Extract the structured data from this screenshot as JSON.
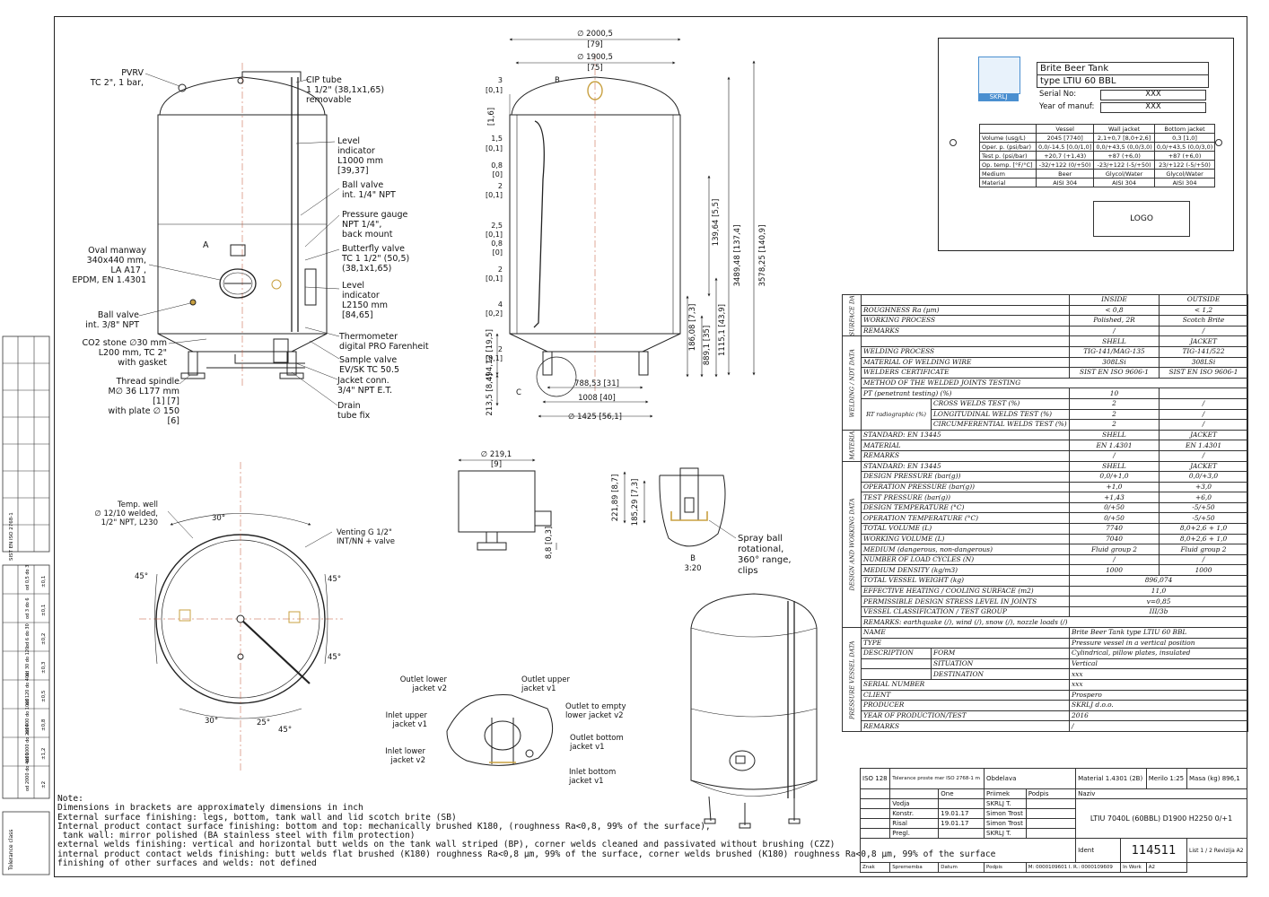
{
  "front_labels": {
    "pvrv": "PVRV\nTC 2\", 1 bar,",
    "cip": "CIP tube\n1 1/2\" (38,1x1,65)\nremovable",
    "level1": "Level\nindicator\nL1000    mm\n[39,37]",
    "ballvalve": "Ball valve\nint. 1/4\" NPT",
    "pgauge": "Pressure gauge\nNPT 1/4\",\nback mount",
    "butterfly": "Butterfly valve\nTC 1 1/2\" (50,5)\n(38,1x1,65)",
    "level2": "Level\nindicator\nL2150    mm\n[84,65]",
    "thermo": "Thermometer\ndigital PRO Farenheit",
    "sample": "Sample valve\nEV/SK TC 50.5",
    "jacket": "Jacket conn.\n3/4\" NPT E.T.",
    "drain": "Drain\ntube fix",
    "manway": "Oval manway\n340x440 mm,\nLA A17 ,\nEPDM, EN 1.4301",
    "ballvalve2": "Ball valve\nint. 3/8\" NPT",
    "co2": "CO2 stone ∅30 mm\nL200 mm, TC 2\"\nwith gasket",
    "spindle": "Thread spindle\nM∅ 36 L177 mm\n[1]        [7]\nwith plate ∅ 150\n[6]",
    "marker_a": "A"
  },
  "side_dims": {
    "d1": "∅ 2000,5",
    "d1i": "[79]",
    "d2": "∅ 1900,5",
    "d2i": "[75]",
    "h1": "3578,25  [140,9]",
    "h2": "3489,48  [137,4]",
    "h3": "139,64  [5,5]",
    "h4": "186,08  [7,3]",
    "h5": "889,1  [35]",
    "h6": "1115,1  [43,9]",
    "h7": "494,12  [19,5]",
    "h8": "213,5  [8,4]",
    "w1": "788,53   [31]",
    "w2": "1008  [40]",
    "w3": "∅ 1425  [56,1]",
    "left_ticks": [
      "3",
      "[0,1]",
      "1,5",
      "[0,1]",
      "0,8",
      "[0]",
      "2",
      "[0,1]",
      "2,5",
      "[0,1]",
      "0,8",
      "[0]",
      "2",
      "[0,1]",
      "4",
      "[0,2]",
      "2",
      "[0,1]"
    ],
    "top_tick": "[1,6]",
    "mark_b": "B",
    "mark_c": "C"
  },
  "detail": {
    "d219": "∅ 219,1",
    "d219i": "[9]",
    "h221": "221,89  [8,7]",
    "h185": "185,29  [7,3]",
    "h88": "8,8  [0,3]",
    "spray": "Spray ball\nrotational,\n360° range,\nclips",
    "b_scale": "B\n3:20"
  },
  "top_view": {
    "temp_well": "Temp. well\n∅ 12/10 welded,\n1/2\" NPT, L230",
    "venting": "Venting G 1/2\"\nINT/NN + valve",
    "a30": "30°",
    "a45a": "45°",
    "a45b": "45°",
    "a45c": "45°",
    "a30b": "30°",
    "a25": "25°",
    "a45d": "45°"
  },
  "bottom_labels": {
    "olj2": "Outlet lower\njacket v2",
    "ouj1": "Outlet upper\njacket v1",
    "iuj1": "Inlet upper\njacket v1",
    "oe": "Outlet to empty\nlower jacket v2",
    "ilj2": "Inlet lower\njacket v2",
    "obj1": "Outlet bottom\njacket v1",
    "ibj1": "Inlet bottom\njacket v1"
  },
  "nameplate": {
    "logo_text": "SKRLJ",
    "title1": "Brite Beer Tank",
    "title2": "type LTIU 60 BBL",
    "serial_label": "Serial No:",
    "serial_val": "XXX",
    "year_label": "Year of manuf:",
    "year_val": "XXX",
    "logo_box": "LOGO",
    "headers": [
      "",
      "Vessel",
      "Wall jacket",
      "Bottom jacket"
    ],
    "rows": [
      [
        "Volume (usg/L)",
        "2045 [7740]",
        "2,1+0,7 [8,0+2,6]",
        "0,3 [1,0]"
      ],
      [
        "Oper. p. (psi/bar)",
        "0,0/-14,5 [0,0/1,0]",
        "0,0/+43,5 (0,0/3,0)",
        "0,0/+43,5 (0,0/3,0)"
      ],
      [
        "Test p. (psi/bar)",
        "+20,7 (+1,43)",
        "+87 (+6,0)",
        "+87 (+6,0)"
      ],
      [
        "Op. temp. [°F/°C]",
        "-32/+122 (0/+50)",
        "-23/+122 (-5/+50)",
        "23/+122 (-5/+50)"
      ],
      [
        "Medium",
        "Beer",
        "Glycol/Water",
        "Glycol/Water"
      ],
      [
        "Material",
        "AISI 304",
        "AISI 304",
        "AISI 304"
      ]
    ]
  },
  "spec": {
    "groups": {
      "surface": "SURFACE DATA",
      "welding": "WELDING / NDT DATA",
      "material": "MATERIAL DATA",
      "design": "DESIGN AND WORKING DATA",
      "pressure": "PRESSURE VESSEL DATA"
    },
    "surface_rows": [
      [
        "",
        "INSIDE",
        "OUTSIDE"
      ],
      [
        "ROUGHNESS Ra (µm)",
        "< 0,8",
        "< 1,2"
      ],
      [
        "WORKING PROCESS",
        "Polished, 2R",
        "Scotch Brite"
      ],
      [
        "REMARKS",
        "/",
        "/"
      ]
    ],
    "welding_rows": [
      [
        "",
        "SHELL",
        "JACKET"
      ],
      [
        "WELDING PROCESS",
        "TIG-141/MAG-135",
        "TIG-141/522"
      ],
      [
        "MATERIAL OF WELDING WIRE",
        "308LSi",
        "308LSi"
      ],
      [
        "WELDERS CERTIFICATE",
        "SIST EN ISO 9606-1",
        "SIST EN ISO 9606-1"
      ]
    ],
    "method": "METHOD OF THE WELDED JOINTS TESTING",
    "pt": [
      "PT (penetrant testing) (%)",
      "10",
      ""
    ],
    "rt_label": "RT\nradiographic\n(%)",
    "rt_rows": [
      [
        "CROSS WELDS TEST (%)",
        "2",
        "/"
      ],
      [
        "LONGITUDINAL WELDS TEST (%)",
        "2",
        "/"
      ],
      [
        "CIRCUMFERENTIAL WELDS TEST (%)",
        "2",
        "/"
      ]
    ],
    "material_rows": [
      [
        "STANDARD: EN 13445",
        "SHELL",
        "JACKET"
      ],
      [
        "MATERIAL",
        "EN 1.4301",
        "EN 1.4301"
      ],
      [
        "REMARKS",
        "/",
        "/"
      ]
    ],
    "design_rows": [
      [
        "STANDARD: EN 13445",
        "SHELL",
        "JACKET"
      ],
      [
        "DESIGN PRESSURE (bar(g))",
        "0,0/+1,0",
        "0,0/+3,0"
      ],
      [
        "OPERATION PRESSURE (bar(g))",
        "+1,0",
        "+3,0"
      ],
      [
        "TEST PRESSURE (bar(g))",
        "+1,43",
        "+6,0"
      ],
      [
        "DESIGN TEMPERATURE (°C)",
        "0/+50",
        "-5/+50"
      ],
      [
        "OPERATION TEMPERATURE (°C)",
        "0/+50",
        "-5/+50"
      ],
      [
        "TOTAL VOLUME (L)",
        "7740",
        "8,0+2,6 + 1,0"
      ],
      [
        "WORKING VOLUME (L)",
        "7040",
        "8,0+2,6 + 1,0"
      ],
      [
        "MEDIUM (dangerous, non-dangerous)",
        "Fluid group 2",
        "Fluid group 2"
      ],
      [
        "NUMBER OF LOAD CYCLES (N)",
        "/",
        "/"
      ],
      [
        "MEDIUM DENSITY (kg/m3)",
        "1000",
        "1000"
      ]
    ],
    "design_span_rows": [
      [
        "TOTAL VESSEL WEIGHT (kg)",
        "896,074"
      ],
      [
        "EFFECTIVE HEATING / COOLING SURFACE (m2)",
        "11,0"
      ],
      [
        "PERMISSIBLE DESIGN STRESS LEVEL IN JOINTS",
        "v=0,85"
      ],
      [
        "VESSEL CLASSIFICATION / TEST GROUP",
        "III/3b"
      ]
    ],
    "design_remarks": "REMARKS: earthquake (/), wind (/), snow (/), nozzle loads (/)",
    "pressure_rows": [
      [
        "NAME",
        "",
        "Brite Beer Tank  type LTIU 60 BBL"
      ],
      [
        "TYPE",
        "",
        "Pressure vessel in a vertical position"
      ],
      [
        "DESCRIPTION",
        "FORM",
        "Cylindrical, pillow plates, insulated"
      ],
      [
        "",
        "SITUATION",
        "Vertical"
      ],
      [
        "",
        "DESTINATION",
        "xxx"
      ],
      [
        "SERIAL NUMBER",
        "",
        "xxx"
      ],
      [
        "CLIENT",
        "",
        "Prospero"
      ],
      [
        "PRODUCER",
        "",
        "SKRLJ d.o.o."
      ],
      [
        "YEAR OF PRODUCTION/TEST",
        "",
        "2016"
      ],
      [
        "REMARKS",
        "",
        "/"
      ]
    ]
  },
  "titleblock": {
    "iso": "ISO 128",
    "tolerance": "Tolerance\nproste mer\nISO 2768-1 m",
    "obdelava": "Obdelava",
    "material_label": "Material",
    "material": "1.4301 (2B)",
    "merilo_label": "Merilo",
    "merilo": "1:25",
    "masa_label": "Masa (kg)",
    "masa": "896,1",
    "col_one": "One",
    "col_priimek": "Priimek",
    "col_podpis": "Podpis",
    "col_naziv": "Naziv",
    "rows": [
      [
        "Vodja",
        "",
        "SKRLJ T."
      ],
      [
        "Konstr.",
        "19.01.17",
        "Simon Trost"
      ],
      [
        "Risal",
        "19.01.17",
        "Simon Trost"
      ],
      [
        "Pregl.",
        "",
        "SKRLJ T."
      ]
    ],
    "naziv": "LTIU 7040L (60BBL) D1900 H2250 0/+1",
    "ident_label": "Ident",
    "ident": "114511",
    "list_label": "List",
    "list": "1 / 2",
    "rev_label": "Revizija",
    "rev": "A2",
    "footer": [
      "Znak",
      "Sprememba",
      "Datum",
      "Podpis",
      "M: 0000109601 I. R.: 0000109609",
      "In Work",
      "A2"
    ]
  },
  "notes": [
    "Note:",
    "Dimensions in brackets are approximately dimensions in inch",
    "External surface finishing: legs, bottom, tank wall and lid scotch brite (SB)",
    "Internal product contact surface finishing: bottom and top: mechanically brushed K180, (roughness Ra<0,8, 99% of the surface),",
    " tank wall: mirror polished (BA stainless steel with film protection)",
    "external welds finishing: vertical and horizontal butt welds on the tank wall striped (BP), corner welds cleaned and passivated without brushing (CZZ)",
    "internal product contact welds finishing: butt welds flat brushed (K180) roughness Ra<0,8 µm, 99% of the surface, corner welds brushed (K180) roughness Ra<0,8 µm, 99% of the surface",
    "finishing of other surfaces and welds: not defined"
  ],
  "left_table": {
    "caption": "Tolerance class",
    "iso_note": "SIST EN ISO 2768-1",
    "cols": [
      "od 0,5 do 3",
      "od 3 do 6",
      "od 6 do 30",
      "od 30 do 120",
      "od 120 do 400",
      "od 400 do 1000",
      "od 1000 do 2000",
      "od 2000 do 4000"
    ],
    "vals": [
      "±0,1",
      "±0,1",
      "±0,2",
      "±0,3",
      "±0,5",
      "±0,8",
      "±1,2",
      "±2"
    ]
  }
}
